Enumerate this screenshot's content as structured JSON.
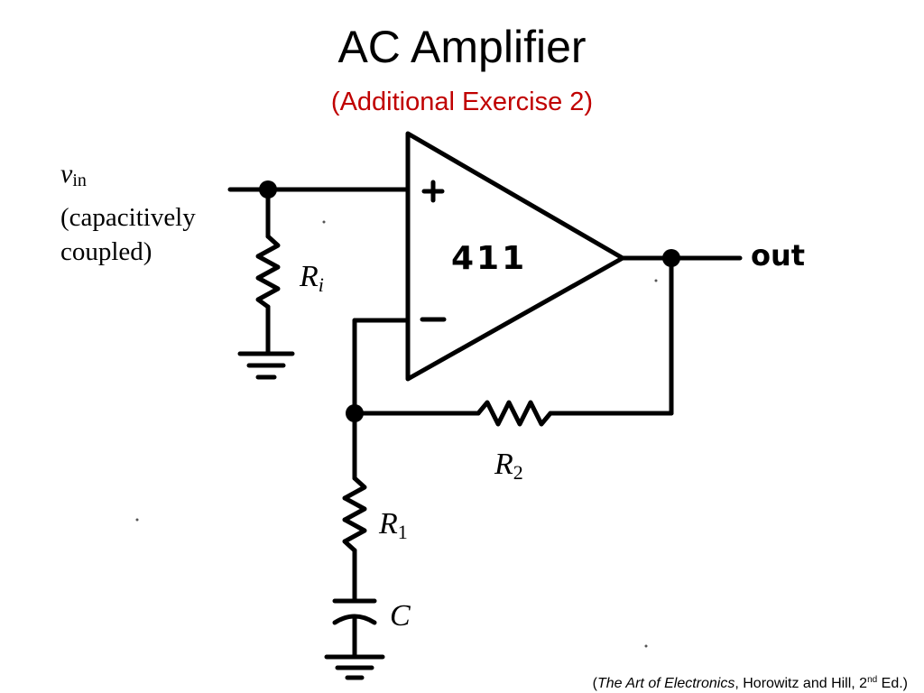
{
  "slide": {
    "title": "AC Amplifier",
    "subtitle": "(Additional Exercise 2)",
    "subtitle_color": "#c00000"
  },
  "circuit": {
    "input": {
      "symbol": "v",
      "subscript": "in",
      "note_line1": "(capacitively",
      "note_line2": "coupled)"
    },
    "opamp": {
      "label": "411",
      "plus": "+",
      "minus": "—"
    },
    "output": {
      "label": "out"
    },
    "ri": {
      "symbol": "R",
      "subscript": "i"
    },
    "r2": {
      "symbol": "R",
      "subscript": "2"
    },
    "r1": {
      "symbol": "R",
      "subscript": "1"
    },
    "c": {
      "symbol": "C"
    }
  },
  "citation": {
    "open": "(",
    "book": "The Art of Electronics",
    "authors": ", Horowitz and Hill, 2",
    "edition_sup": "nd",
    "close": " Ed.)"
  }
}
